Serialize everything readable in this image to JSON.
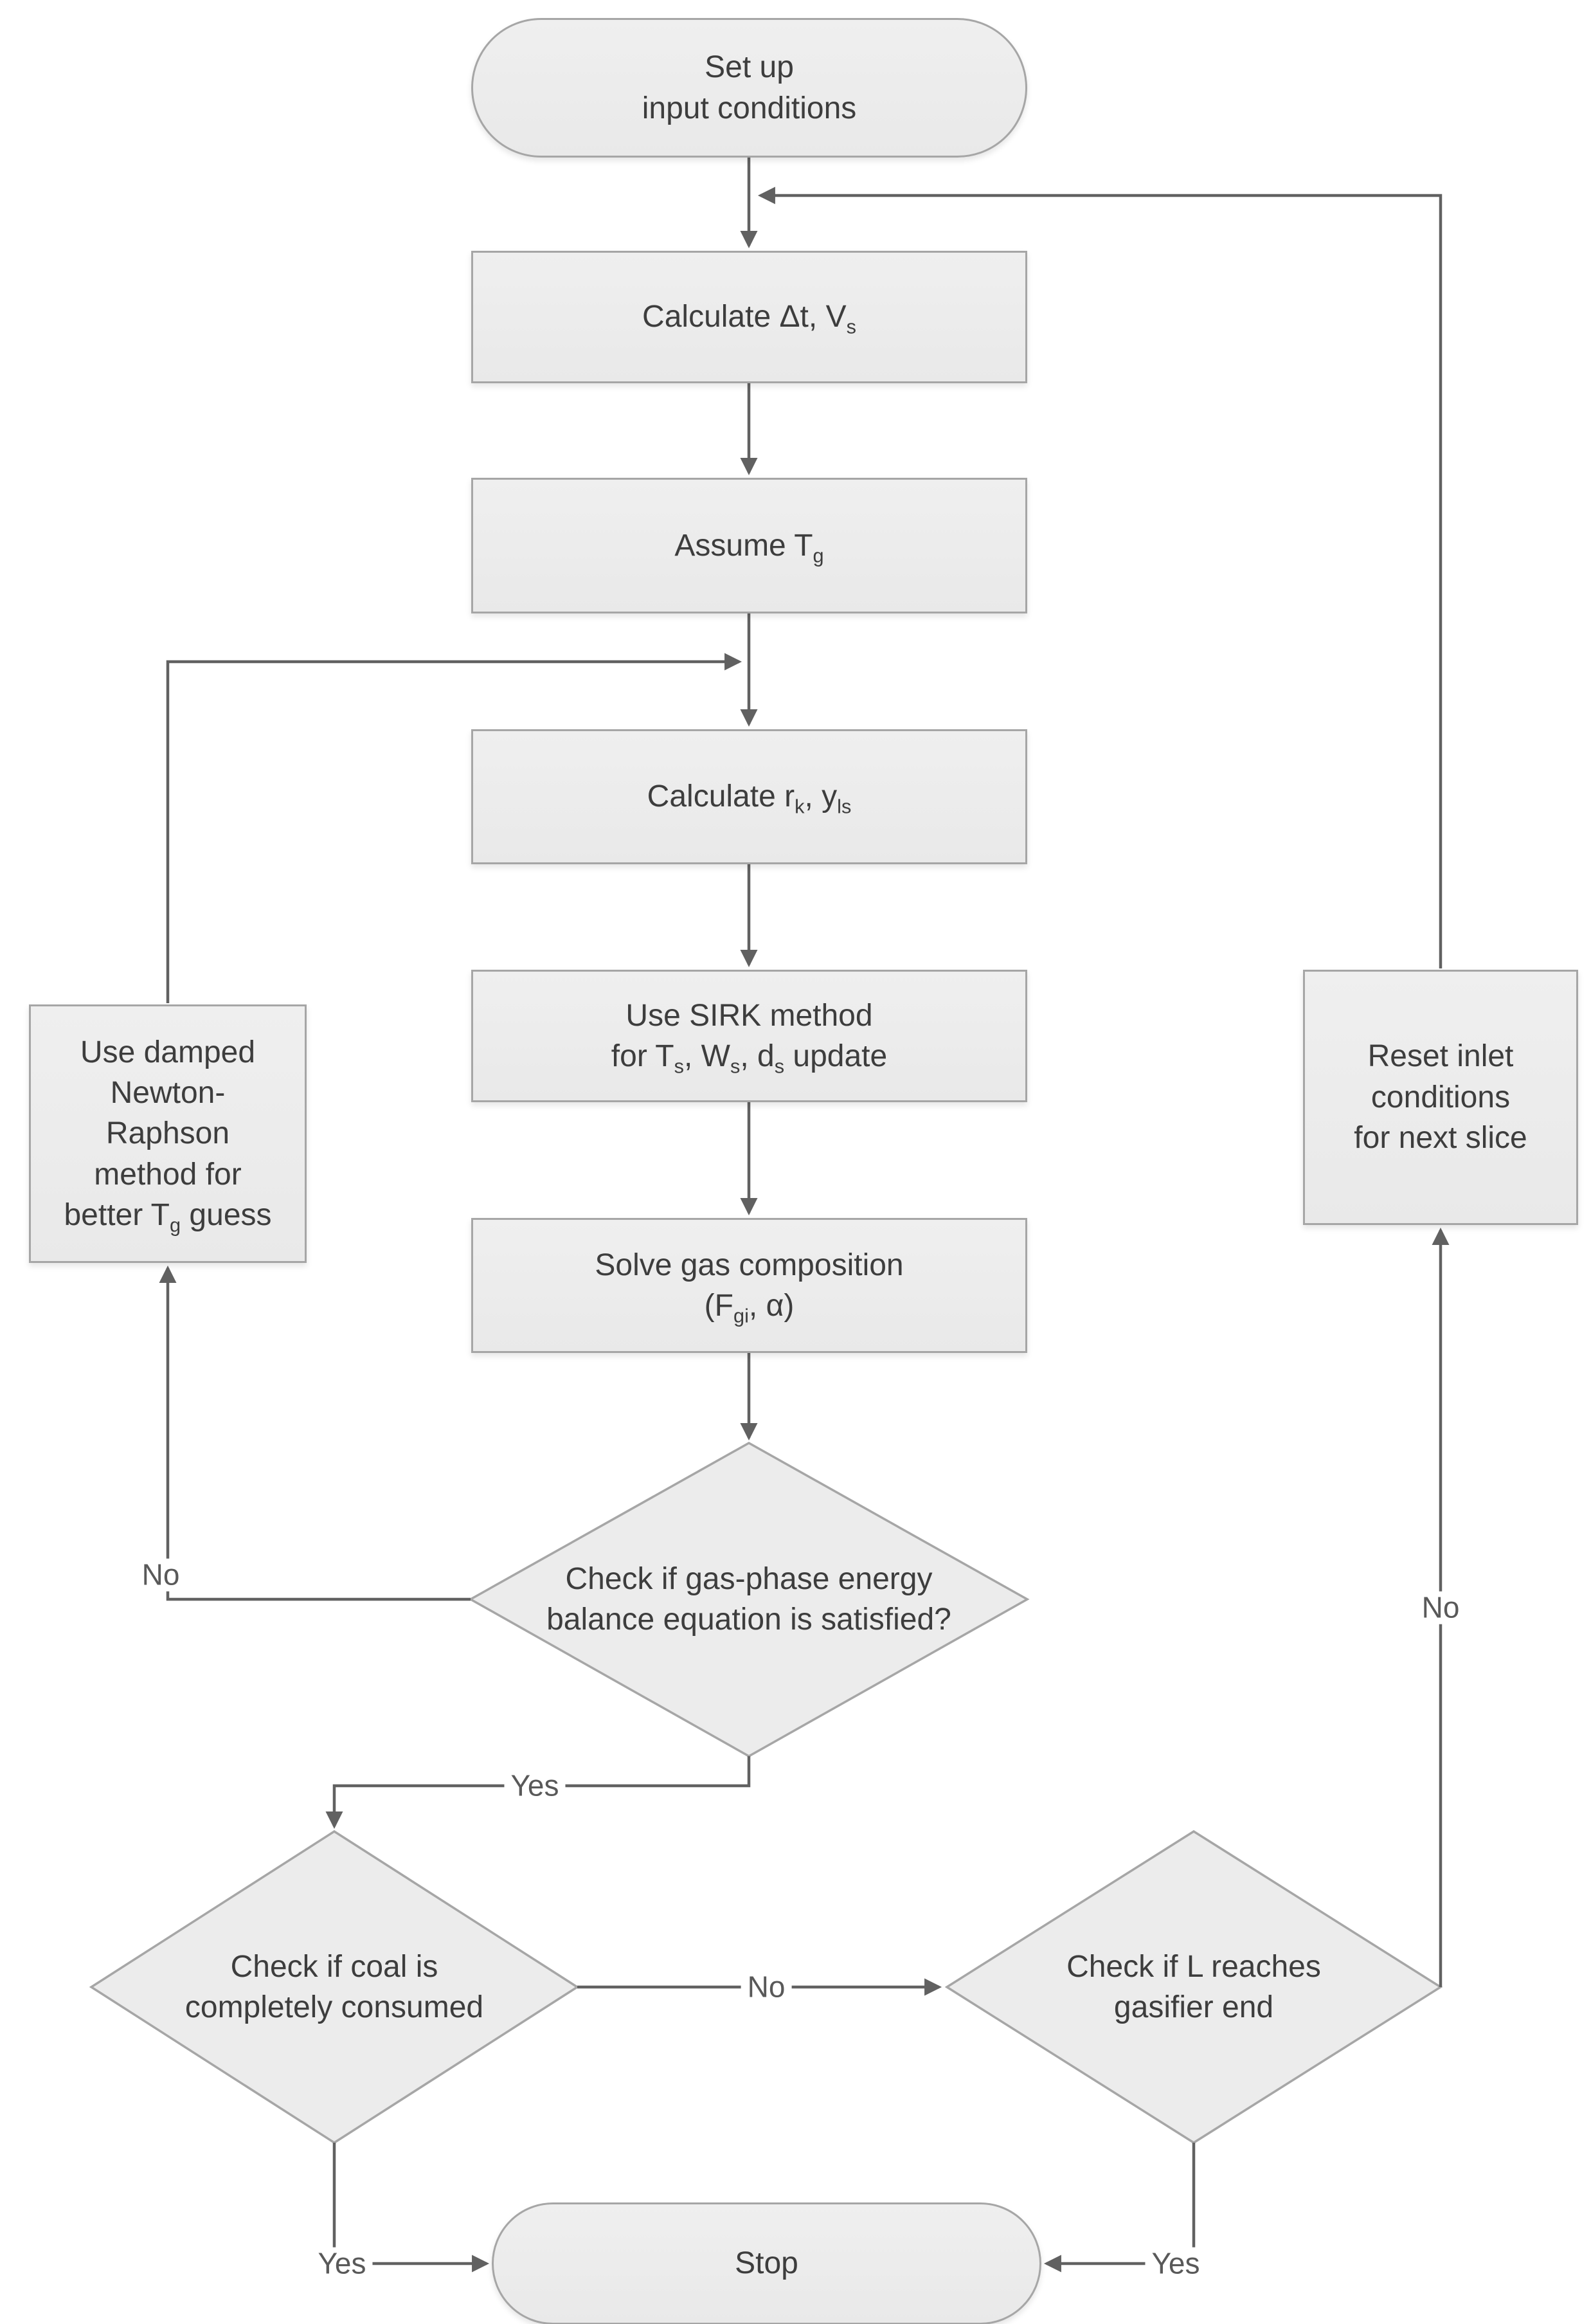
{
  "colors": {
    "background": "#ffffff",
    "node_fill": "#ececec",
    "node_border": "#a6a6a6",
    "connector": "#616161",
    "node_text": "#3d3d3d",
    "label_text": "#595959"
  },
  "nodes": {
    "start": {
      "shape": "terminator",
      "lines": [
        [
          {
            "t": "Set up"
          }
        ],
        [
          {
            "t": "input conditions"
          }
        ]
      ]
    },
    "calc_dt_vs": {
      "shape": "process",
      "lines": [
        [
          {
            "t": "Calculate Δt, V"
          },
          {
            "t": "s",
            "sub": true
          }
        ]
      ]
    },
    "assume_tg": {
      "shape": "process",
      "lines": [
        [
          {
            "t": "Assume T"
          },
          {
            "t": "g",
            "sub": true
          }
        ]
      ]
    },
    "calc_rk_yls": {
      "shape": "process",
      "lines": [
        [
          {
            "t": "Calculate r"
          },
          {
            "t": "k",
            "sub": true
          },
          {
            "t": ", y"
          },
          {
            "t": "ls",
            "sub": true
          }
        ]
      ]
    },
    "sirk_update": {
      "shape": "process",
      "lines": [
        [
          {
            "t": "Use SIRK method"
          }
        ],
        [
          {
            "t": "for T"
          },
          {
            "t": "s",
            "sub": true
          },
          {
            "t": ", W"
          },
          {
            "t": "s",
            "sub": true
          },
          {
            "t": ", d"
          },
          {
            "t": "s",
            "sub": true
          },
          {
            "t": " update"
          }
        ]
      ]
    },
    "solve_gas": {
      "shape": "process",
      "lines": [
        [
          {
            "t": "Solve gas composition"
          }
        ],
        [
          {
            "t": "(F"
          },
          {
            "t": "gi",
            "sub": true
          },
          {
            "t": ", α)"
          }
        ]
      ]
    },
    "newton_raphson": {
      "shape": "process",
      "lines": [
        [
          {
            "t": "Use damped"
          }
        ],
        [
          {
            "t": "Newton-"
          }
        ],
        [
          {
            "t": "Raphson"
          }
        ],
        [
          {
            "t": "method for"
          }
        ],
        [
          {
            "t": "better T"
          },
          {
            "t": "g",
            "sub": true
          },
          {
            "t": " guess"
          }
        ]
      ]
    },
    "reset_inlet": {
      "shape": "process",
      "lines": [
        [
          {
            "t": "Reset inlet"
          }
        ],
        [
          {
            "t": "conditions"
          }
        ],
        [
          {
            "t": "for next slice"
          }
        ]
      ]
    },
    "energy_balance": {
      "shape": "decision",
      "lines": [
        [
          {
            "t": "Check if gas-phase energy"
          }
        ],
        [
          {
            "t": "balance equation is satisfied?"
          }
        ]
      ]
    },
    "coal_consumed": {
      "shape": "decision",
      "lines": [
        [
          {
            "t": "Check if coal is"
          }
        ],
        [
          {
            "t": "completely consumed"
          }
        ]
      ]
    },
    "length_reached": {
      "shape": "decision",
      "lines": [
        [
          {
            "t": "Check if L reaches"
          }
        ],
        [
          {
            "t": "gasifier end"
          }
        ]
      ]
    },
    "stop": {
      "shape": "terminator",
      "lines": [
        [
          {
            "t": "Stop"
          }
        ]
      ]
    }
  },
  "edge_labels": {
    "energy_no": "No",
    "energy_yes": "Yes",
    "coal_no": "No",
    "coal_yes": "Yes",
    "length_no": "No",
    "length_yes": "Yes"
  }
}
